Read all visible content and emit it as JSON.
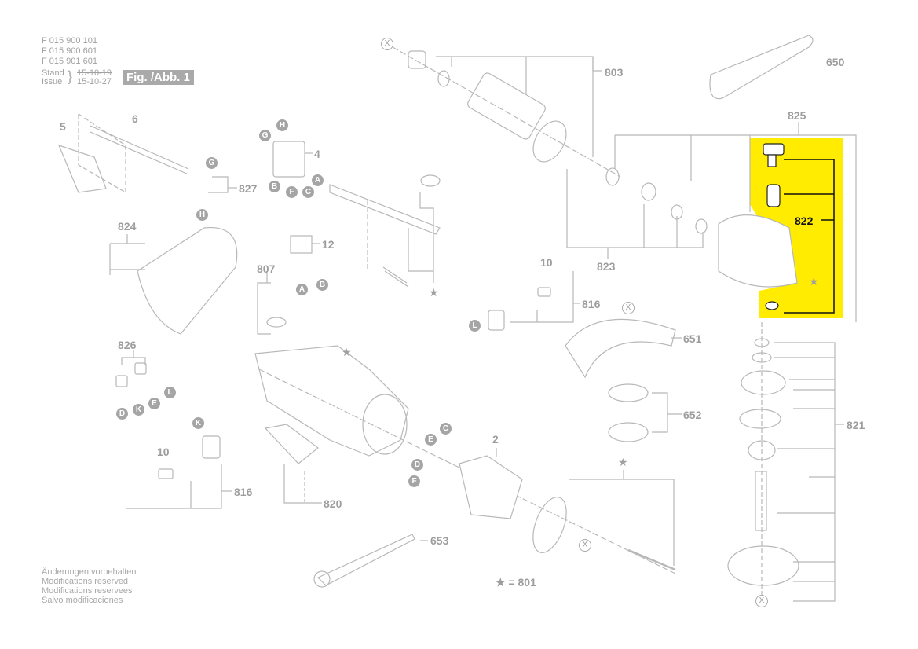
{
  "header": {
    "part_numbers": [
      "F 015 900 101",
      "F 015 900 601",
      "F 015 901 601"
    ],
    "stand_label": "Stand",
    "issue_label": "Issue",
    "stand_date": "15-10-19",
    "issue_date": "15-10-27",
    "figure_label": "Fig. /Abb. 1"
  },
  "footer_notes": [
    "Änderungen vorbehalten",
    "Modifications reserved",
    "Modifications reservees",
    "Salvo modificaciones"
  ],
  "legend": {
    "star_equals": "★ = 801"
  },
  "highlight_color": "#ffec00",
  "parts": {
    "p2": "2",
    "p4": "4",
    "p5": "5",
    "p6": "6",
    "p10a": "10",
    "p10b": "10",
    "p12": "12",
    "p650": "650",
    "p651": "651",
    "p652": "652",
    "p653": "653",
    "p801": "801",
    "p803": "803",
    "p807": "807",
    "p816a": "816",
    "p816b": "816",
    "p820": "820",
    "p821": "821",
    "p822": "822",
    "p823": "823",
    "p824": "824",
    "p825": "825",
    "p826": "826",
    "p827": "827"
  },
  "connectors": {
    "A": "A",
    "B": "B",
    "C": "C",
    "D": "D",
    "E": "E",
    "F": "F",
    "G": "G",
    "H": "H",
    "K": "K",
    "L": "L",
    "X": "X"
  },
  "star": "★"
}
